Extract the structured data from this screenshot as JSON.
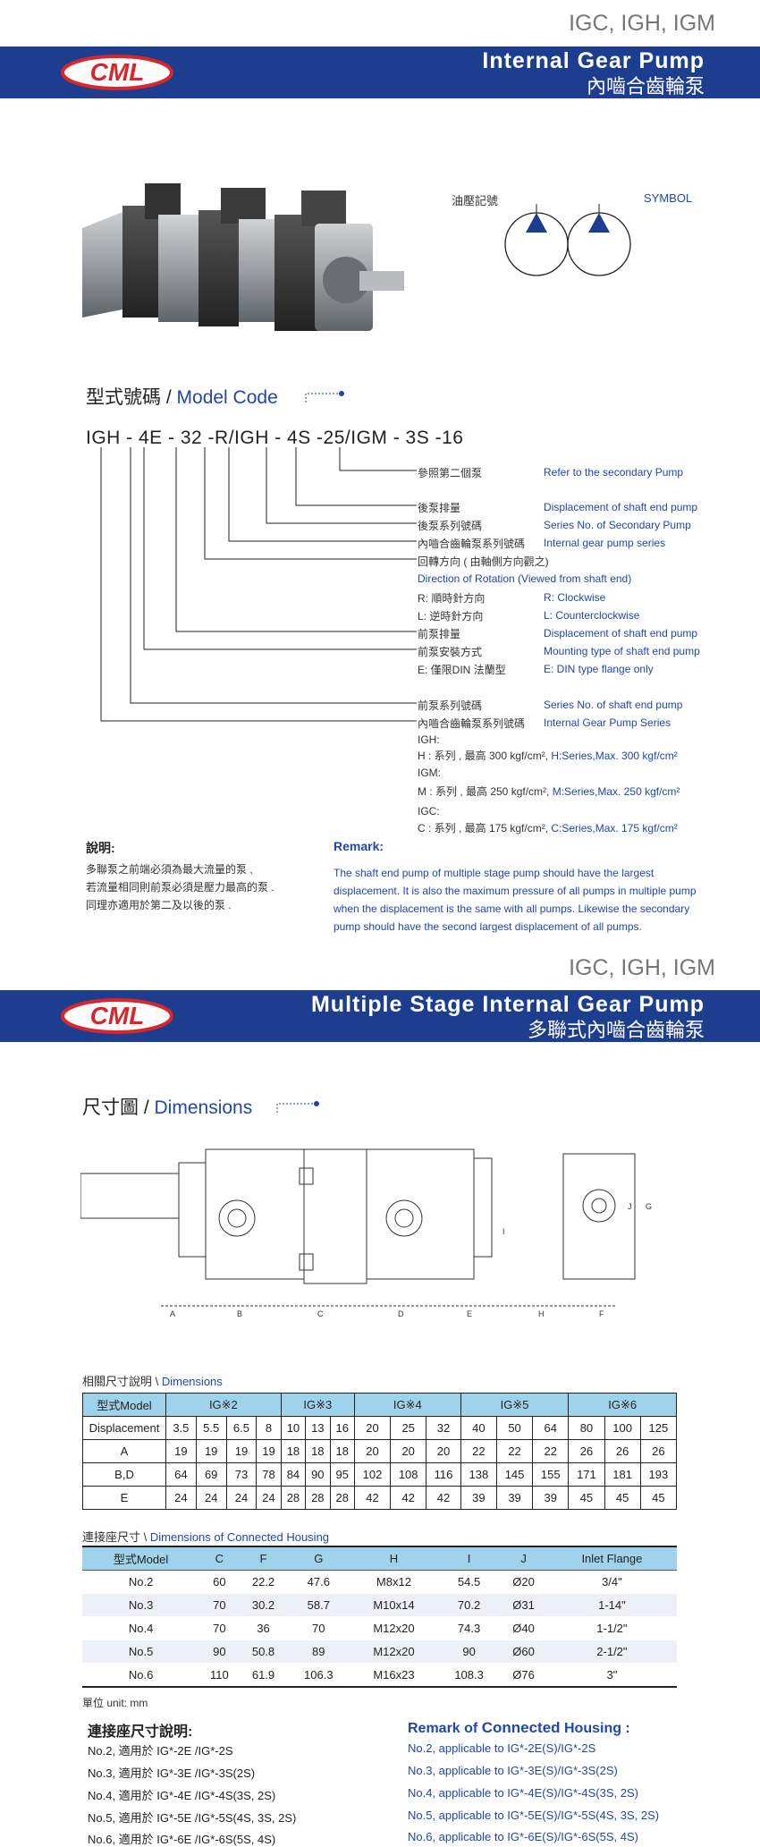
{
  "page1": {
    "series": "IGC, IGH, IGM",
    "title_en": "Internal Gear Pump",
    "title_zh": "內嚙合齒輪泵",
    "brand": "CML",
    "symbol_zh": "油壓記號",
    "symbol_en": "SYMBOL",
    "model_zh": "型式號碼",
    "model_en": "Model  Code",
    "model_code": "IGH - 4E - 32 -R/IGH - 4S -25/IGM - 3S -16",
    "legend": [
      {
        "zh": "參照第二個泵",
        "en": "Refer to the secondary Pump"
      },
      {
        "zh": "後泵排量",
        "en": "Displacement of shaft end pump"
      },
      {
        "zh": "後泵系列號碼",
        "en": "Series No. of  Secondary Pump"
      },
      {
        "zh": "內嚙合齒輪泵系列號碼",
        "en": "Internal gear pump series"
      },
      {
        "zh": "回轉方向 ( 由軸側方向觀之)",
        "en": ""
      },
      {
        "zh": "",
        "en": "Direction of Rotation (Viewed from shaft end)"
      },
      {
        "zh": "R:  順時針方向",
        "en": "R: Clockwise"
      },
      {
        "zh": "L:  逆時針方向",
        "en": "L: Counterclockwise"
      },
      {
        "zh": "前泵排量",
        "en": "Displacement of shaft end pump"
      },
      {
        "zh": "前泵安裝方式",
        "en": "Mounting type of shaft end pump"
      },
      {
        "zh": "E:  僅限DIN 法蘭型",
        "en": "E: DIN type flange only"
      },
      {
        "zh": "前泵系列號碼",
        "en": "Series No. of shaft end pump"
      },
      {
        "zh": "內嚙合齒輪泵系列號碼",
        "en": "Internal Gear Pump Series"
      }
    ],
    "pressure": [
      {
        "head": "IGH:",
        "zh": "H : 系列 , 最高  300 kgf/cm², ",
        "en": "H:Series,Max. 300 kgf/cm²"
      },
      {
        "head": "IGM:",
        "zh": "M : 系列 , 最高  250 kgf/cm², ",
        "en": "M:Series,Max. 250 kgf/cm²"
      },
      {
        "head": "IGC:",
        "zh": "C : 系列 , 最高  175 kgf/cm², ",
        "en": "C:Series,Max. 175 kgf/cm²"
      }
    ],
    "remark_zh_title": "說明:",
    "remark_zh": [
      "多聯泵之前端必須為最大流量的泵 ,",
      "若流量相同則前泵必須是壓力最高的泵 .",
      "同理亦適用於第二及以後的泵 ."
    ],
    "remark_en_title": "Remark:",
    "remark_en": "The shaft end pump of multiple stage pump should have the largest displacement.  It is also the maximum pressure of all pumps in multiple pump when the displacement is the same with all pumps. Likewise the secondary pump should have the second largest displacement of all pumps."
  },
  "page2": {
    "series": "IGC, IGH, IGM",
    "title_en": "Multiple Stage Internal Gear Pump",
    "title_zh": "多聯式內嚙合齒輪泵",
    "brand": "CML",
    "dim_zh": "尺寸圖",
    "dim_en": "Dimensions",
    "dim_labels": {
      "A": "A",
      "B": "B",
      "C": "C",
      "D": "D",
      "E": "E",
      "F": "F",
      "G": "G",
      "H": "H",
      "I": "I",
      "J": "J"
    },
    "table1_caption_zh": "相關尺寸說明",
    "table1_caption_en": "Dimensions",
    "table1": {
      "model_label": "型式Model",
      "groups": [
        "IG※2",
        "IG※3",
        "IG※4",
        "IG※5",
        "IG※6"
      ],
      "rows": [
        {
          "label": "Displacement",
          "values": [
            "3.5",
            "5.5",
            "6.5",
            "8",
            "10",
            "13",
            "16",
            "20",
            "25",
            "32",
            "40",
            "50",
            "64",
            "80",
            "100",
            "125"
          ]
        },
        {
          "label": "A",
          "values": [
            "19",
            "19",
            "19",
            "19",
            "18",
            "18",
            "18",
            "20",
            "20",
            "20",
            "22",
            "22",
            "22",
            "26",
            "26",
            "26"
          ]
        },
        {
          "label": "B,D",
          "values": [
            "64",
            "69",
            "73",
            "78",
            "84",
            "90",
            "95",
            "102",
            "108",
            "116",
            "138",
            "145",
            "155",
            "171",
            "181",
            "193"
          ]
        },
        {
          "label": "E",
          "values": [
            "24",
            "24",
            "24",
            "24",
            "28",
            "28",
            "28",
            "42",
            "42",
            "42",
            "39",
            "39",
            "39",
            "45",
            "45",
            "45"
          ]
        }
      ]
    },
    "table2_caption_zh": "連接座尺寸",
    "table2_caption_en": "Dimensions  of  Connected Housing",
    "table2": {
      "headers": [
        "型式Model",
        "C",
        "F",
        "G",
        "H",
        "I",
        "J",
        "Inlet Flange"
      ],
      "rows": [
        [
          "No.2",
          "60",
          "22.2",
          "47.6",
          "M8x12",
          "54.5",
          "Ø20",
          "3/4\""
        ],
        [
          "No.3",
          "70",
          "30.2",
          "58.7",
          "M10x14",
          "70.2",
          "Ø31",
          "1-14\""
        ],
        [
          "No.4",
          "70",
          "36",
          "70",
          "M12x20",
          "74.3",
          "Ø40",
          "1-1/2\""
        ],
        [
          "No.5",
          "90",
          "50.8",
          "89",
          "M12x20",
          "90",
          "Ø60",
          "2-1/2\""
        ],
        [
          "No.6",
          "110",
          "61.9",
          "106.3",
          "M16x23",
          "108.3",
          "Ø76",
          "3\""
        ]
      ]
    },
    "unit": "單位 unit: mm",
    "housing_zh_title": "連接座尺寸說明:",
    "housing_en_title_pre": "Remark of ",
    "housing_en_title_bold": "Connected",
    "housing_en_title_post": " Housing :",
    "housing_zh": [
      "No.2, 適用於 IG*-2E /IG*-2S",
      "No.3, 適用於 IG*-3E /IG*-3S(2S)",
      "No.4, 適用於 IG*-4E /IG*-4S(3S, 2S)",
      "No.5, 適用於 IG*-5E /IG*-5S(4S, 3S, 2S)",
      "No.6, 適用於 IG*-6E /IG*-6S(5S, 4S)"
    ],
    "housing_en": [
      "No.2, applicable to  IG*-2E(S)/IG*-2S",
      "No.3, applicable to  IG*-3E(S)/IG*-3S(2S)",
      "No.4, applicable to  IG*-4E(S)/IG*-4S(3S, 2S)",
      "No.5, applicable to  IG*-5E(S)/IG*-5S(4S, 3S, 2S)",
      "No.6, applicable to  IG*-6E(S)/IG*-6S(5S, 4S)"
    ]
  },
  "colors": {
    "band": "#1d3d8f",
    "accent": "#2147a8",
    "logo_red": "#d9262c",
    "table_head": "#9fd3ec"
  }
}
